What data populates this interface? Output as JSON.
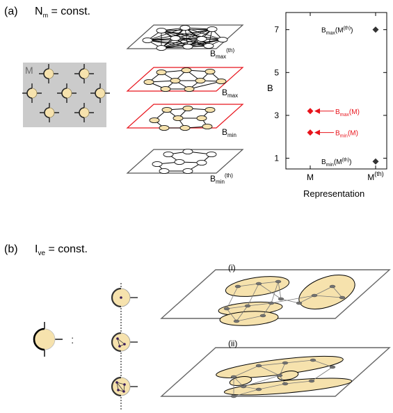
{
  "panel_a": {
    "label": "(a)",
    "condition": {
      "var": "N",
      "sub": "m",
      "rest": " = const."
    },
    "matrix_label": "M",
    "layers": [
      {
        "base": "B",
        "sub": "max",
        "sup": "(th)"
      },
      {
        "base": "B",
        "sub": "max",
        "sup": ""
      },
      {
        "base": "B",
        "sub": "min",
        "sup": ""
      },
      {
        "base": "B",
        "sub": "min",
        "sup": "(th)"
      }
    ],
    "colors": {
      "highlight": "#e8141c",
      "node": "#f6e2ad",
      "matrix_bg": "#cbcbcb",
      "grey_node": "#737373"
    }
  },
  "chart_data": {
    "type": "scatter",
    "ylabel": "B",
    "xlabel": "Representation",
    "categories": [
      "M",
      "M(th)"
    ],
    "x_tick_labels": [
      {
        "base": "M",
        "sup": ""
      },
      {
        "base": "M",
        "sup": "(th)"
      }
    ],
    "yticks": [
      1,
      3,
      5,
      7
    ],
    "ylim": [
      0.5,
      7.8
    ],
    "grid": false,
    "points": [
      {
        "category": "M(th)",
        "y": 7.0,
        "color": "#333333",
        "label": {
          "base": "B",
          "sub": "max",
          "tail": "(M",
          "sup": "(th)",
          "end": ")"
        }
      },
      {
        "category": "M",
        "y": 3.2,
        "color": "#e8141c",
        "label": {
          "base": "B",
          "sub": "max",
          "tail": "(M)",
          "sup": "",
          "end": ""
        }
      },
      {
        "category": "M",
        "y": 2.2,
        "color": "#e8141c",
        "label": {
          "base": "B",
          "sub": "min",
          "tail": "(M)",
          "sup": "",
          "end": ""
        }
      },
      {
        "category": "M(th)",
        "y": 0.85,
        "color": "#333333",
        "label": {
          "base": "B",
          "sub": "min",
          "tail": "(M",
          "sup": "(th)",
          "end": ")"
        }
      }
    ]
  },
  "panel_b": {
    "label": "(b)",
    "condition": {
      "var": "I",
      "sub": "ve",
      "rest": " = const."
    },
    "colon": ":",
    "views": [
      "(i)",
      "(ii)"
    ]
  }
}
